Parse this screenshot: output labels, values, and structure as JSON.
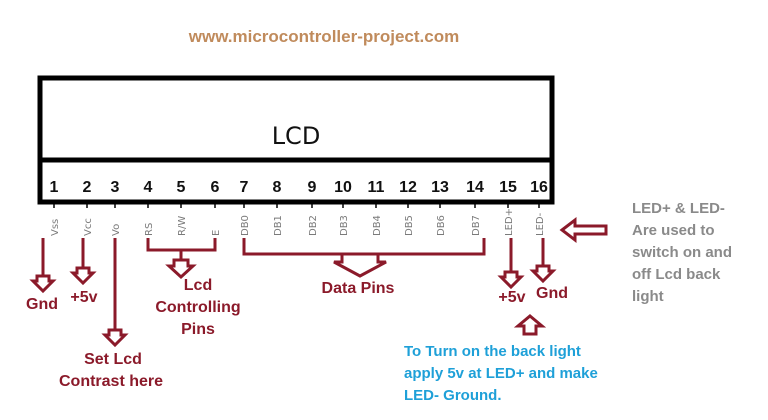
{
  "watermark": "www.microcontroller-project.com",
  "lcd_label": "LCD",
  "pins": [
    {
      "num": "1",
      "name": "Vss"
    },
    {
      "num": "2",
      "name": "Vcc"
    },
    {
      "num": "3",
      "name": "Vo"
    },
    {
      "num": "4",
      "name": "RS"
    },
    {
      "num": "5",
      "name": "R/W"
    },
    {
      "num": "6",
      "name": "E"
    },
    {
      "num": "7",
      "name": "DB0"
    },
    {
      "num": "8",
      "name": "DB1"
    },
    {
      "num": "9",
      "name": "DB2"
    },
    {
      "num": "10",
      "name": "DB3"
    },
    {
      "num": "11",
      "name": "DB4"
    },
    {
      "num": "12",
      "name": "DB5"
    },
    {
      "num": "13",
      "name": "DB6"
    },
    {
      "num": "14",
      "name": "DB7"
    },
    {
      "num": "15",
      "name": "LED+"
    },
    {
      "num": "16",
      "name": "LED-"
    }
  ],
  "labels": {
    "gnd_left": "Gnd",
    "plus5v_left": "+5v",
    "contrast_line1": "Set Lcd",
    "contrast_line2": "Contrast here",
    "ctrl_line1": "Lcd",
    "ctrl_line2": "Controlling",
    "ctrl_line3": "Pins",
    "data_pins": "Data Pins",
    "plus5v_right": "+5v",
    "gnd_right": "Gnd"
  },
  "notes": {
    "led_note": [
      "LED+ & LED-",
      "Are used to",
      "switch on and",
      "off Lcd back",
      "light"
    ],
    "backlight_note": [
      "To Turn on the back light",
      "apply 5v at LED+ and make",
      "LED- Ground."
    ]
  },
  "colors": {
    "watermark": "#c08b5c",
    "arrow": "#8b1a2a",
    "red_text": "#8b1a2a",
    "gray_text": "#8a8a8a",
    "blue_text": "#1ea0d8",
    "pin_name": "#7a7a7a"
  }
}
